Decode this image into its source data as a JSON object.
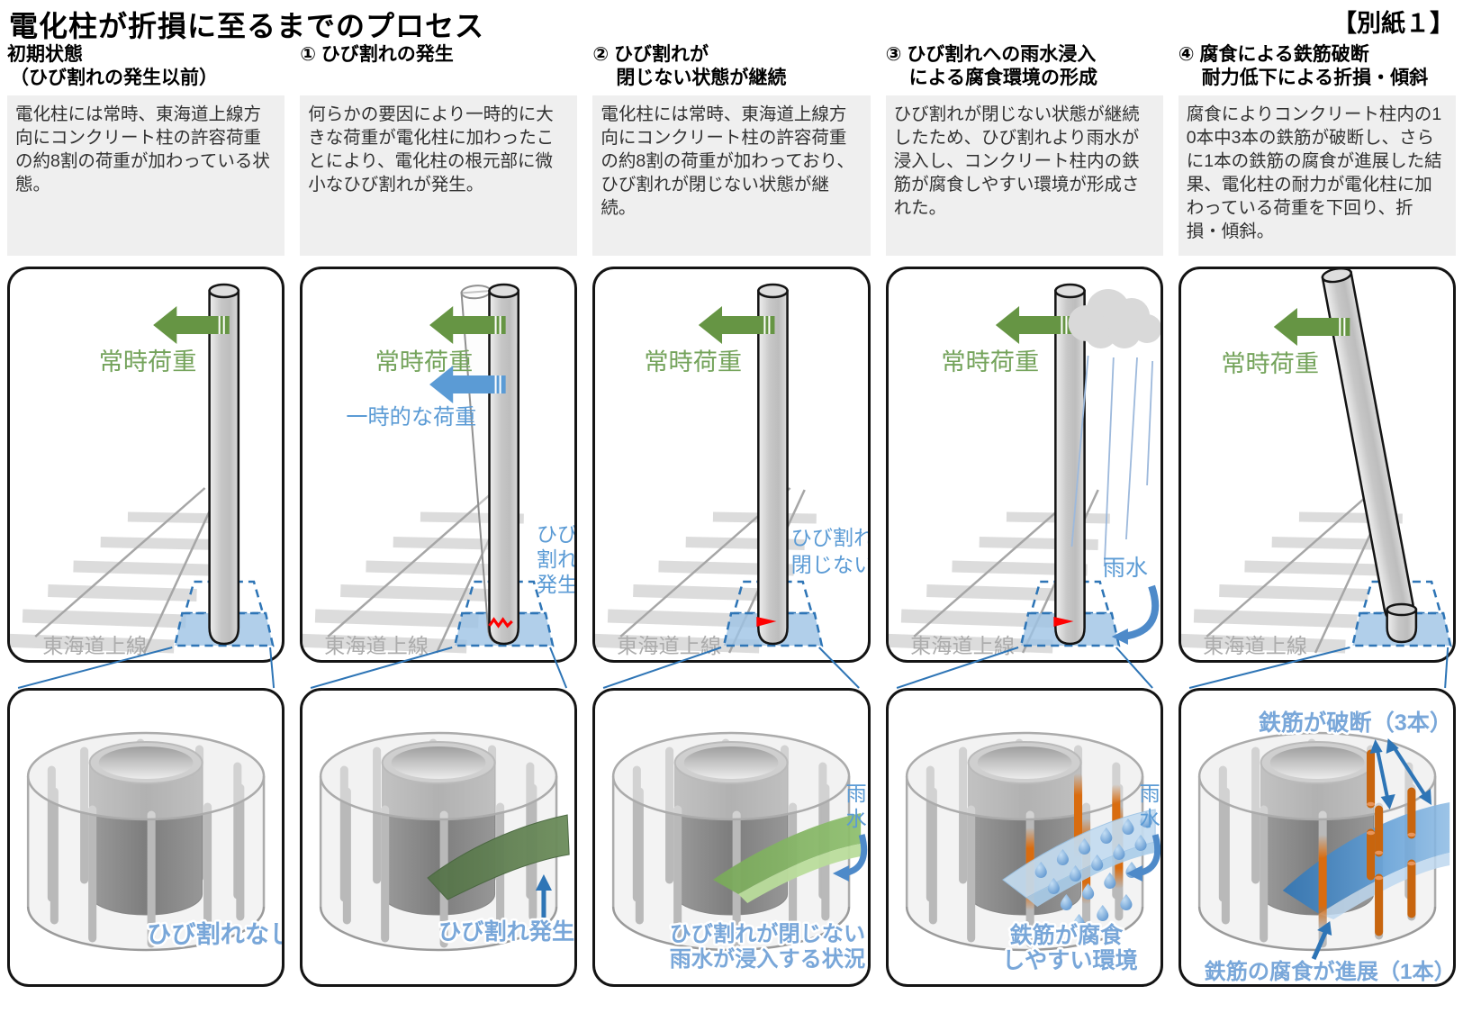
{
  "title": "電化柱が折損に至るまでのプロセス",
  "attachment": "【別紙１】",
  "colors": {
    "accent_green_arrow": "#669544",
    "green_text": "#74A35B",
    "accent_blue": "#5B9BD5",
    "dark_blue": "#2E75B6",
    "crack_red": "#FF0000",
    "corrosion_orange": "#D96C0F",
    "desc_bg": "#EFEFEF"
  },
  "columns": [
    {
      "header1": "初期状態",
      "header2": "（ひび割れの発生以前）",
      "description": "電化柱には常時、東海道上線方向にコンクリート柱の許容荷重の約8割の荷重が加わっている状態。",
      "constant_load": "常時荷重",
      "track": "東海道上線",
      "bottom_label": "ひび割れなし"
    },
    {
      "header1": "① ひび割れの発生",
      "header2": "",
      "description": "何らかの要因により一時的に大きな荷重が電化柱に加わったことにより、電化柱の根元部に微小なひび割れが発生。",
      "constant_load": "常時荷重",
      "temporary_load": "一時的な荷重",
      "crack1": "ひび",
      "crack2": "割れ",
      "crack3": "発生",
      "track": "東海道上線",
      "bottom_label": "ひび割れ発生"
    },
    {
      "header1": "② ひび割れが",
      "header2": "閉じない状態が継続",
      "description": "電化柱には常時、東海道上線方向にコンクリート柱の許容荷重の約8割の荷重が加わっており、ひび割れが閉じない状態が継続。",
      "constant_load": "常時荷重",
      "crack1": "ひび割れ",
      "crack2": "閉じない",
      "track": "東海道上線",
      "rain_v1": "雨",
      "rain_v2": "水",
      "bottom_label1": "ひび割れが閉じない",
      "bottom_label2": "雨水が浸入する状況"
    },
    {
      "header1": "③ ひび割れへの雨水浸入",
      "header2": "による腐食環境の形成",
      "description": "ひび割れが閉じない状態が継続したため、ひび割れより雨水が浸入し、コンクリート柱内の鉄筋が腐食しやすい環境が形成された。",
      "constant_load": "常時荷重",
      "rain_mid": "雨水",
      "track": "東海道上線",
      "rain_v1": "雨",
      "rain_v2": "水",
      "bottom_label1": "鉄筋が腐食",
      "bottom_label2": "しやすい環境"
    },
    {
      "header1": "④ 腐食による鉄筋破断",
      "header2": "耐力低下による折損・傾斜",
      "description": "腐食によりコンクリート柱内の10本中3本の鉄筋が破断し、さらに1本の鉄筋の腐食が進展した結果、電化柱の耐力が電化柱に加わっている荷重を下回り、折損・傾斜。",
      "constant_load": "常時荷重",
      "track": "東海道上線",
      "broken_label": "鉄筋が破断（3本）",
      "corrosion_label": "鉄筋の腐食が進展（1本）"
    }
  ]
}
